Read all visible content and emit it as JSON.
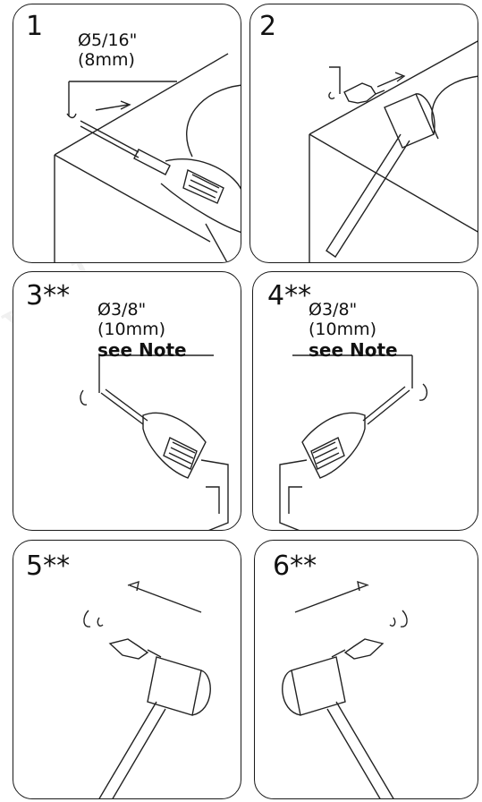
{
  "watermark": "ved",
  "panels": [
    {
      "step": "1",
      "dia": "Ø5/16\"",
      "mm": "(8mm)"
    },
    {
      "step": "2"
    },
    {
      "step": "3**",
      "dia": "Ø3/8\"",
      "mm": "(10mm)",
      "note": "see Note"
    },
    {
      "step": "4**",
      "dia": "Ø3/8\"",
      "mm": "(10mm)",
      "note": "see Note"
    },
    {
      "step": "5**"
    },
    {
      "step": "6**"
    }
  ]
}
